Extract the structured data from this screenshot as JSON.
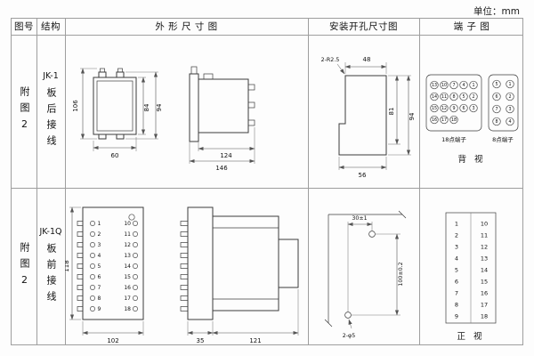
{
  "page": {
    "unit_label": "单位：mm"
  },
  "table": {
    "headers": {
      "fig_no": "图号",
      "structure": "结构",
      "outline": "外 形 尺 寸 图",
      "mounting": "安装开孔尺寸图",
      "terminal": "端 子 图"
    }
  },
  "row1": {
    "fig_no": "附图2",
    "model": "JK-1",
    "wiring": "板后接线",
    "outline": {
      "front": {
        "dim_left": "106",
        "dim_body": "84",
        "dim_outer": "94",
        "dim_width": "60"
      },
      "side": {
        "dim_depth": "124",
        "dim_total": "146"
      }
    },
    "mounting": {
      "corner_note": "2-R2.5",
      "dim_top": "48",
      "dim_h1": "81",
      "dim_h2": "94",
      "dim_bottom": "56"
    },
    "terminal": {
      "grid18": {
        "label": "18点端子",
        "rows": [
          [
            "13",
            "10",
            "7",
            "4",
            "1"
          ],
          [
            "14",
            "11",
            "8",
            "5",
            "2"
          ],
          [
            "15",
            "12",
            "9",
            "6",
            "3"
          ],
          [
            "16",
            "17",
            "18"
          ]
        ]
      },
      "grid8": {
        "label": "8点端子",
        "rows": [
          [
            "5",
            "1"
          ],
          [
            "6",
            "2"
          ],
          [
            "7",
            "3"
          ],
          [
            "8",
            "4"
          ]
        ]
      },
      "view_label": "背 视"
    }
  },
  "row2": {
    "fig_no": "附图2",
    "model": "JK-1Q",
    "wiring": "板前接线",
    "outline": {
      "front": {
        "dim_height": "118",
        "dim_width": "102",
        "left_terminals": [
          "1",
          "2",
          "3",
          "4",
          "5",
          "6",
          "7",
          "8",
          "9"
        ],
        "right_terminals": [
          "10",
          "11",
          "12",
          "13",
          "14",
          "15",
          "16",
          "17",
          "18"
        ]
      },
      "side": {
        "dim_flange": "35",
        "dim_body": "121"
      }
    },
    "mounting": {
      "dim_top": "30±1",
      "dim_side": "100±0.2",
      "hole_note": "2-φ5"
    },
    "terminal": {
      "left_numbers": [
        "1",
        "2",
        "3",
        "4",
        "5",
        "6",
        "7",
        "8",
        "9"
      ],
      "right_numbers": [
        "10",
        "11",
        "12",
        "13",
        "14",
        "15",
        "16",
        "17",
        "18"
      ],
      "view_label": "正 视"
    }
  }
}
